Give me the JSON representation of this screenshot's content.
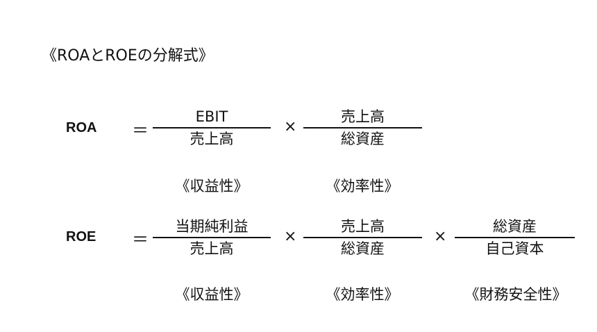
{
  "title": "《ROAとROEの分解式》",
  "roa": {
    "label": "ROA",
    "equals": "＝",
    "times": "×",
    "fractions": [
      {
        "numerator": "EBIT",
        "denominator": "売上高"
      },
      {
        "numerator": "売上高",
        "denominator": "総資産"
      }
    ],
    "categories": [
      "《収益性》",
      "《効率性》"
    ]
  },
  "roe": {
    "label": "ROE",
    "equals": "＝",
    "times": "×",
    "fractions": [
      {
        "numerator": "当期純利益",
        "denominator": "売上高"
      },
      {
        "numerator": "売上高",
        "denominator": "総資産"
      },
      {
        "numerator": "総資産",
        "denominator": "自己資本"
      }
    ],
    "categories": [
      "《収益性》",
      "《効率性》",
      "《財務安全性》"
    ]
  }
}
